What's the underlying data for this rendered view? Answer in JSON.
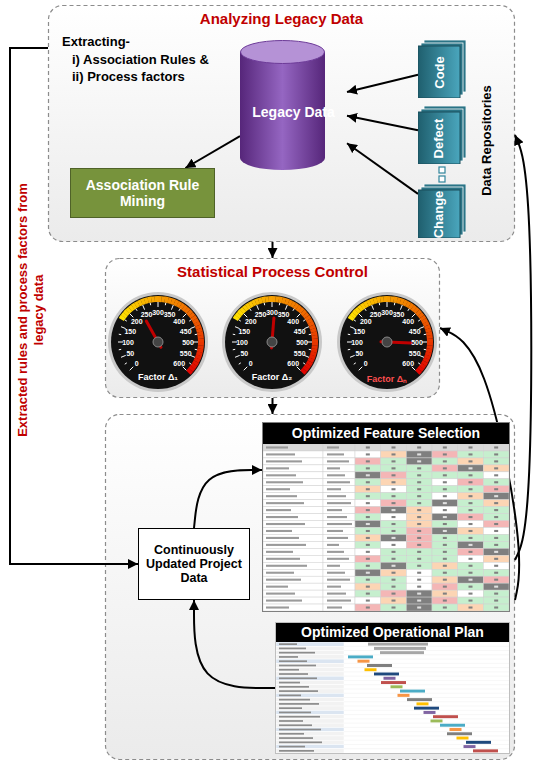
{
  "diagram": {
    "nodes": [
      {
        "text": [
          "Analyzing Legacy Data"
        ]
      },
      {
        "text": [
          "Legacy Data"
        ],
        "in": 0
      },
      {
        "text": [
          "Association Rule Mining"
        ],
        "in": 0
      },
      {
        "text": [
          "Code"
        ],
        "in": 0
      },
      {
        "text": [
          "Defect"
        ],
        "in": 0
      },
      {
        "text": [
          "Change"
        ],
        "in": 0
      },
      {
        "text": [
          "Statistical Process Control"
        ]
      },
      {
        "text": [
          "Factor Δ₁"
        ],
        "in": 6
      },
      {
        "text": [
          "Factor Δ₂"
        ],
        "in": 6
      },
      {
        "text": [
          "Factor Δₙ"
        ],
        "in": 6
      },
      {
        "text": []
      },
      {
        "text": [
          "Optimized Feature Selection"
        ],
        "in": 10
      },
      {
        "text": [
          "Optimized Operational Plan"
        ],
        "in": 10
      },
      {
        "text": [
          "Continuously Updated Project Data"
        ],
        "in": 10
      }
    ],
    "edges": [
      {
        "from": 3,
        "to": 1,
        "arrow": "to"
      },
      {
        "from": 4,
        "to": 1,
        "arrow": "to"
      },
      {
        "from": 5,
        "to": 1,
        "arrow": "to"
      },
      {
        "from": 1,
        "to": 2,
        "arrow": "to"
      },
      {
        "from": 0,
        "to": 6,
        "arrow": "to"
      },
      {
        "from": 6,
        "to": 10,
        "arrow": "to"
      },
      {
        "from": 0,
        "to": 13,
        "arrow": "to",
        "label": "Extracted rules and process factors from legacy data"
      },
      {
        "from": 13,
        "to": 11,
        "arrow": "to"
      },
      {
        "from": 12,
        "to": 13,
        "arrow": "to"
      },
      {
        "from": 10,
        "to": 6,
        "arrow": "to"
      },
      {
        "from": 10,
        "to": 0,
        "arrow": "to"
      }
    ],
    "labels": [
      "Extracting-",
      "i) Association Rules &",
      "ii) Process factors",
      "Data Repositories",
      "0",
      "50",
      "100",
      "150",
      "200",
      "250",
      "300",
      "350",
      "400",
      "450",
      "500",
      "550",
      "600",
      "0",
      "50",
      "100",
      "150",
      "200",
      "250",
      "300",
      "350",
      "400",
      "450",
      "500",
      "550",
      "600",
      "0",
      "50",
      "100",
      "150",
      "200",
      "250",
      "300",
      "350",
      "400",
      "450",
      "500",
      "550",
      "600"
    ]
  }
}
